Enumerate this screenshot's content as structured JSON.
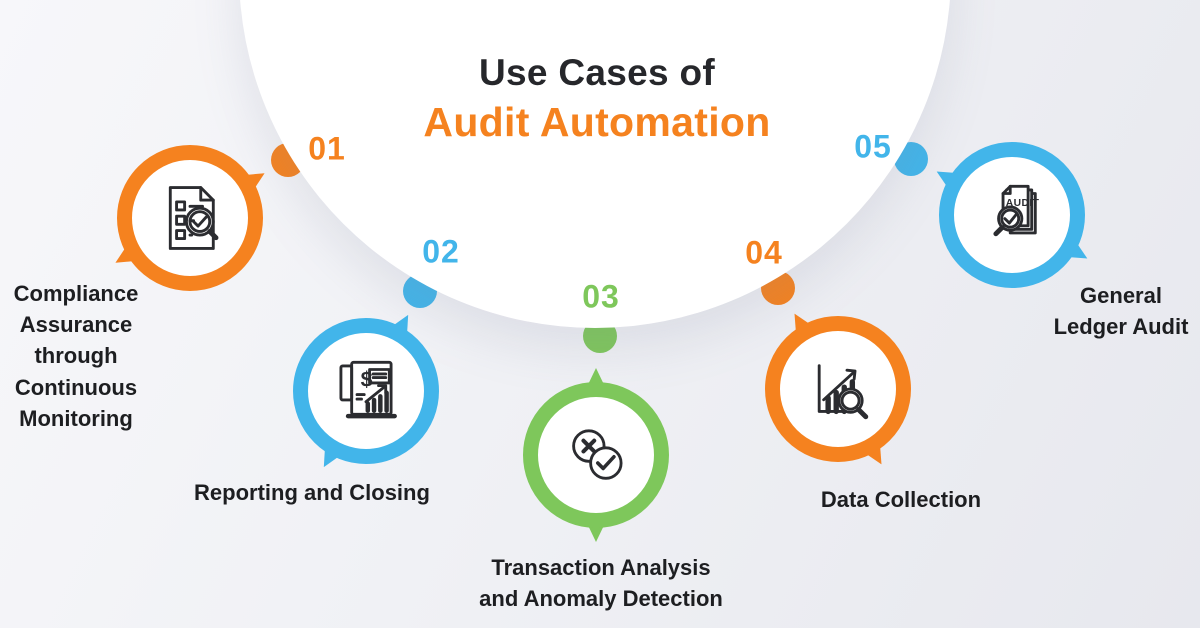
{
  "title": {
    "line1": "Use Cases of",
    "line2": "Audit Automation"
  },
  "colors": {
    "orange": "#F5821F",
    "blue": "#42B5EA",
    "green": "#7EC75B",
    "title_dark": "#26272B",
    "text_dark": "#1D1E21",
    "surface_white": "#FFFFFF",
    "background_light": "#F7F7FA",
    "background_shade": "#E7E8EE"
  },
  "items": [
    {
      "number": "01",
      "color": "orange",
      "icon": "checklist-magnifier-icon",
      "label": "Compliance Assurance through Continuous Monitoring"
    },
    {
      "number": "02",
      "color": "blue",
      "icon": "financial-report-icon",
      "icon_text": "$",
      "label": "Reporting and Closing"
    },
    {
      "number": "03",
      "color": "green",
      "icon": "anomaly-check-icon",
      "label": "Transaction Analysis and Anomaly Detection",
      "label_lines": [
        "Transaction Analysis",
        "and Anomaly Detection"
      ]
    },
    {
      "number": "04",
      "color": "orange",
      "icon": "chart-magnifier-icon",
      "label": "Data Collection"
    },
    {
      "number": "05",
      "color": "blue",
      "icon": "audit-document-icon",
      "icon_text": "AUDIT",
      "label": "General Ledger Audit",
      "label_lines": [
        "General",
        "Ledger Audit"
      ]
    }
  ]
}
